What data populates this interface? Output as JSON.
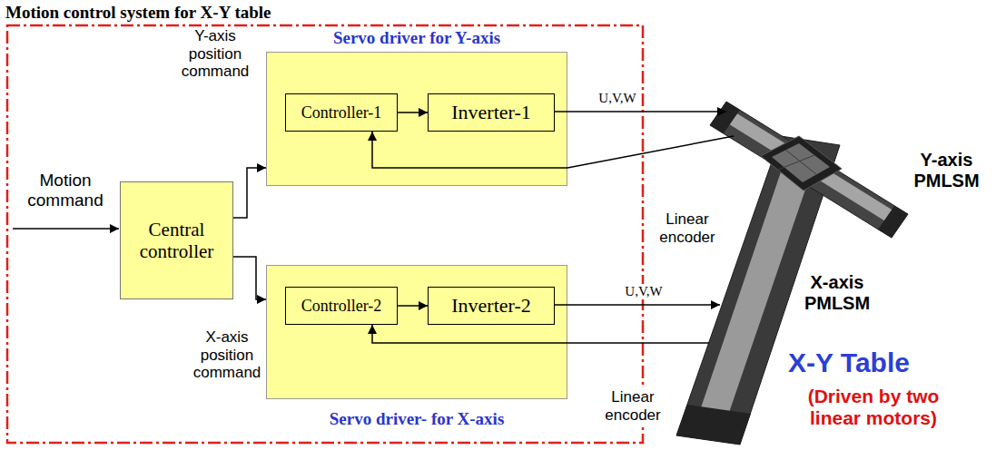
{
  "diagram": {
    "title": "Motion control system for X-Y table",
    "nodes": [
      {
        "text": [
          "Central controller"
        ]
      },
      {
        "text": [
          "Servo driver for Y-axis"
        ]
      },
      {
        "text": [
          "Controller-1"
        ],
        "in": 1
      },
      {
        "text": [
          "Inverter-1"
        ],
        "in": 1
      },
      {
        "text": [
          "Servo driver- for X-axis"
        ]
      },
      {
        "text": [
          "Controller-2"
        ],
        "in": 4
      },
      {
        "text": [
          "Inverter-2"
        ],
        "in": 4
      }
    ],
    "edges": [
      {
        "from": 0,
        "to": 1,
        "arrow": "to",
        "label": "Y-axis position command"
      },
      {
        "from": 0,
        "to": 4,
        "arrow": "to",
        "label": "X-axis position command"
      },
      {
        "from": 2,
        "to": 3,
        "arrow": "to"
      },
      {
        "from": 5,
        "to": 6,
        "arrow": "to"
      }
    ],
    "labels": [
      "Motion command",
      "U,V,W",
      "Linear encoder",
      "U,V,W",
      "Linear encoder",
      "Y-axis PMLSM",
      "X-axis PMLSM",
      "X-Y Table",
      "(Driven by two linear motors)"
    ]
  }
}
